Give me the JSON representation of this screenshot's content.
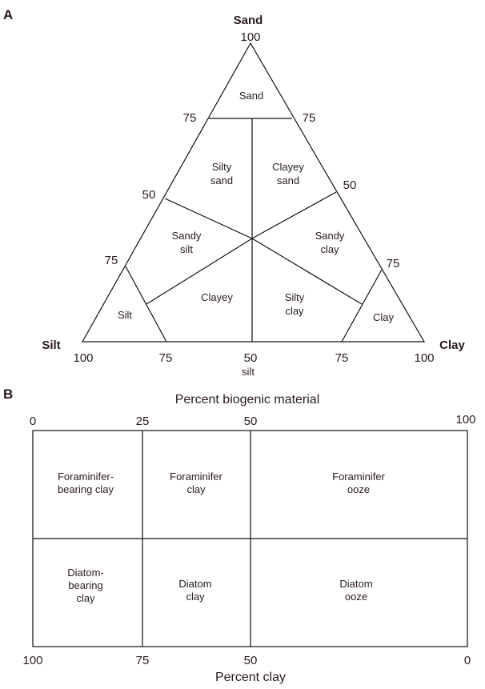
{
  "panel_a": {
    "letter": "A",
    "apex_labels": {
      "top": "Sand",
      "left": "Silt",
      "right": "Clay"
    },
    "ticks": {
      "top": "100",
      "left_side": [
        "75",
        "50",
        "75"
      ],
      "right_side": [
        "75",
        "50",
        "75"
      ],
      "bottom": [
        "100",
        "75",
        "50",
        "75",
        "100"
      ],
      "bottom_sub": "silt"
    },
    "regions": {
      "sand": [
        "Sand"
      ],
      "silty_sand": [
        "Silty",
        "sand"
      ],
      "clayey_sand": [
        "Clayey",
        "sand"
      ],
      "sandy_silt": [
        "Sandy",
        "silt"
      ],
      "sandy_clay": [
        "Sandy",
        "clay"
      ],
      "clayey": [
        "Clayey"
      ],
      "silty_clay": [
        "Silty",
        "clay"
      ],
      "silt": [
        "Silt"
      ],
      "clay": [
        "Clay"
      ]
    }
  },
  "panel_b": {
    "letter": "B",
    "top_axis_title": "Percent biogenic material",
    "top_ticks": [
      "0",
      "25",
      "50",
      "100"
    ],
    "bottom_axis_title": "Percent clay",
    "bottom_ticks": [
      "100",
      "75",
      "50",
      "0"
    ],
    "cells": {
      "r1c1": [
        "Foraminifer-",
        "bearing clay"
      ],
      "r1c2": [
        "Foraminifer",
        "clay"
      ],
      "r1c3": [
        "Foraminifer",
        "ooze"
      ],
      "r2c1": [
        "Diatom-",
        "bearing",
        "clay"
      ],
      "r2c2": [
        "Diatom",
        "clay"
      ],
      "r2c3": [
        "Diatom",
        "ooze"
      ]
    }
  }
}
